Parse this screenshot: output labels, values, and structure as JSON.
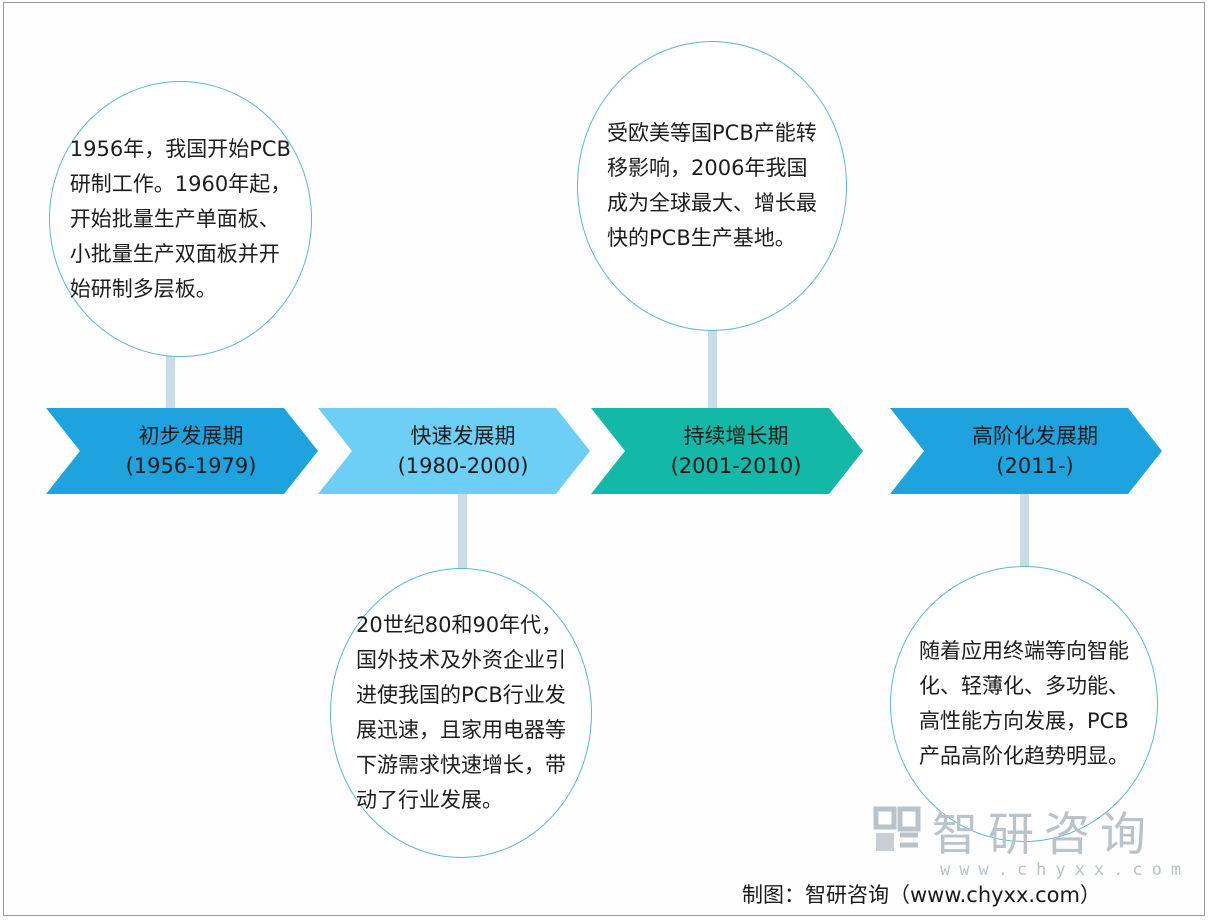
{
  "stages": [
    {
      "name": "初步发展期",
      "period": "(1956-1979)",
      "color": "#1ea3df"
    },
    {
      "name": "快速发展期",
      "period": "(1980-2000)",
      "color": "#6dcff6"
    },
    {
      "name": "持续增长期",
      "period": "(2001-2010)",
      "color": "#13b8a6"
    },
    {
      "name": "高阶化发展期",
      "period": "(2011-)",
      "color": "#1ea3df"
    }
  ],
  "bubbles": [
    {
      "text": "1956年，我国开始PCB\n研制工作。1960年起，\n开始批量生产单面板、\n小批量生产双面板并开\n始研制多层板。"
    },
    {
      "text": "20世纪80和90年代，\n国外技术及外资企业引\n进使我国的PCB行业发\n展迅速，且家用电器等\n下游需求快速增长，带\n动了行业发展。"
    },
    {
      "text": "受欧美等国PCB产能转\n移影响，2006年我国\n成为全球最大、增长最\n快的PCB生产基地。"
    },
    {
      "text": "随着应用终端等向智能\n化、轻薄化、多功能、\n高性能方向发展，PCB\n产品高阶化趋势明显。"
    }
  ],
  "watermark": {
    "name": "智研咨询",
    "url": "www.chyxx.com"
  },
  "credit": "制图：智研咨询（www.chyxx.com）",
  "colors": {
    "bubble_border": "#5bb7d0",
    "connector": "#c9dde6"
  }
}
